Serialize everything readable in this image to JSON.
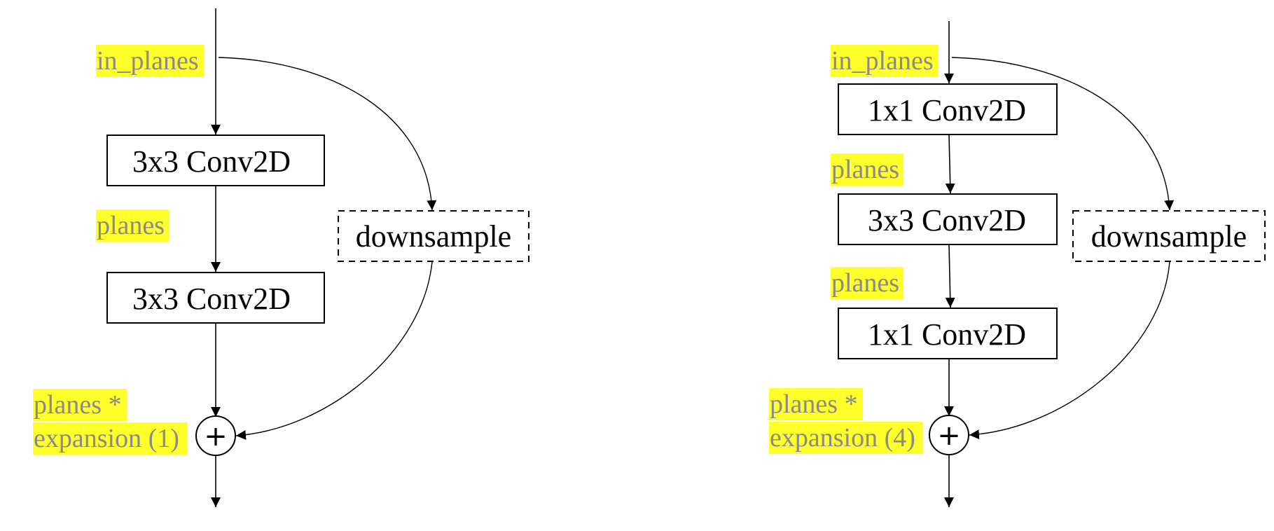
{
  "colors": {
    "highlight": "#ffff29",
    "label_text": "#8a8a8a",
    "line": "#000000",
    "box_fill": "#ffffff"
  },
  "left_diagram": {
    "input_label": "in_planes",
    "conv1_label": "3x3 Conv2D",
    "mid_label": "planes",
    "conv2_label": "3x3 Conv2D",
    "downsample_label": "downsample",
    "output_label_line1": "planes *",
    "output_label_line2": "expansion (1)",
    "plus_symbol": "+"
  },
  "right_diagram": {
    "input_label": "in_planes",
    "conv1_label": "1x1 Conv2D",
    "mid_label_1": "planes",
    "conv2_label": "3x3 Conv2D",
    "mid_label_2": "planes",
    "conv3_label": "1x1 Conv2D",
    "downsample_label": "downsample",
    "output_label_line1": "planes *",
    "output_label_line2": "expansion (4)",
    "plus_symbol": "+"
  }
}
